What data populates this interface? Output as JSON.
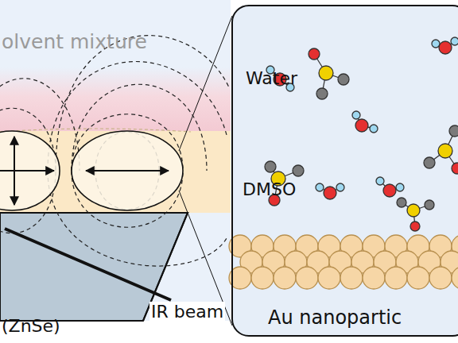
{
  "diagram": {
    "nodes": [
      {
        "text": [
          "Water",
          "DMSO",
          "Au nanopartic"
        ]
      }
    ],
    "labels": [
      "olvent mixture",
      "(ZnSe)",
      "IR beam"
    ]
  }
}
